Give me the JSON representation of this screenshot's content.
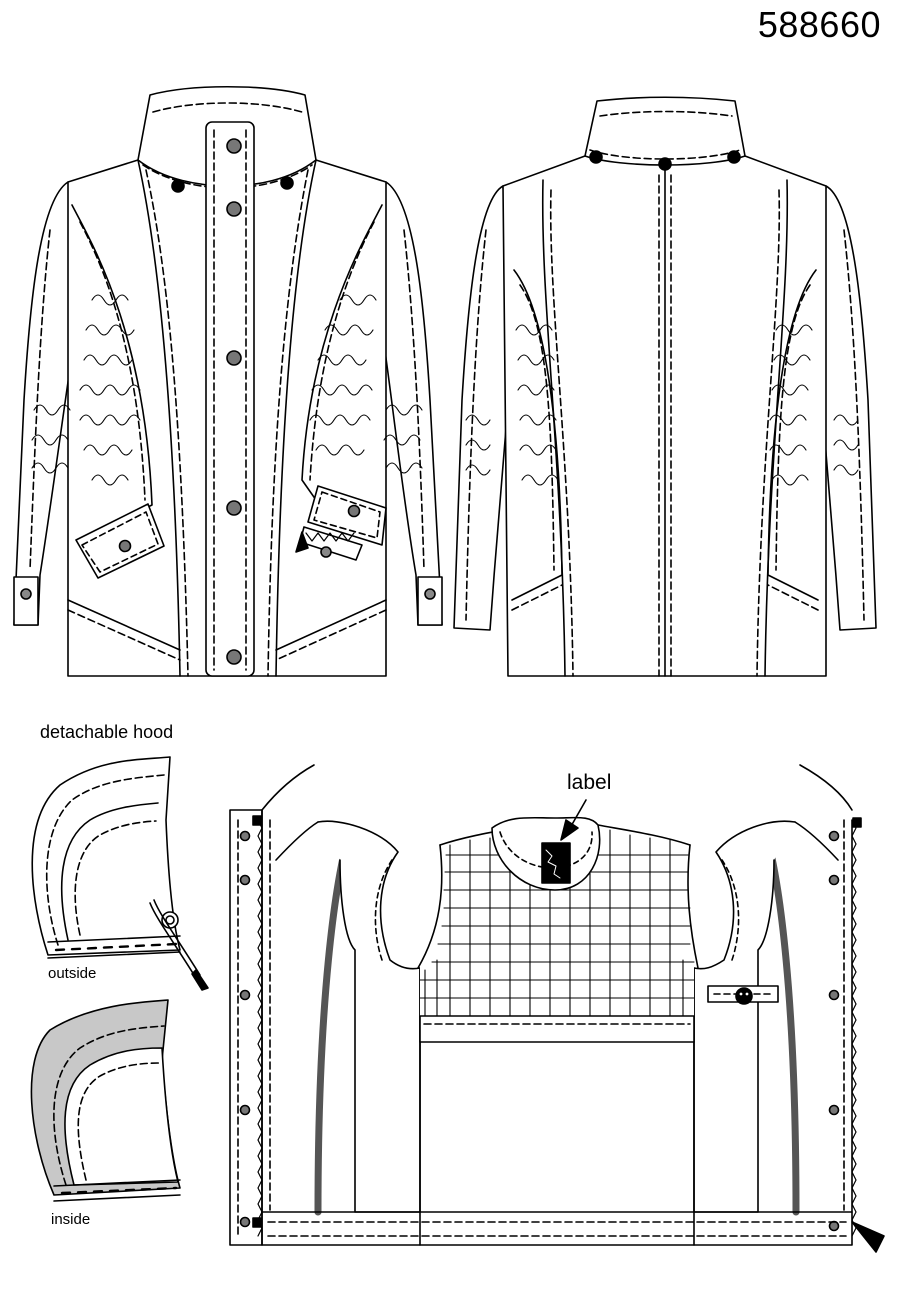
{
  "style_number": "588660",
  "hood": {
    "title": "detachable hood",
    "outside_caption": "outside",
    "inside_caption": "inside"
  },
  "interior": {
    "label_callout": "label"
  },
  "colors": {
    "line": "#000000",
    "fabric": "#ffffff",
    "hood_lining": "#c8c8c8",
    "button": "#7a7a7a",
    "snap": "#000000",
    "zipper_tape": "#555555"
  }
}
